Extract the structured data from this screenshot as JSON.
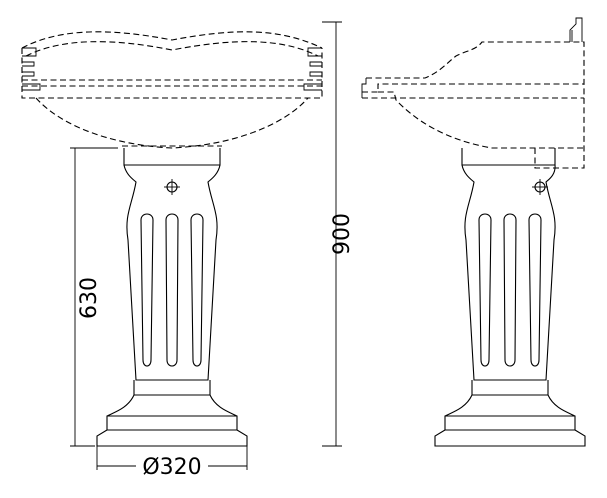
{
  "dimensions": {
    "total_height": "900",
    "pedestal_height": "630",
    "base_diameter": "Ø320"
  }
}
